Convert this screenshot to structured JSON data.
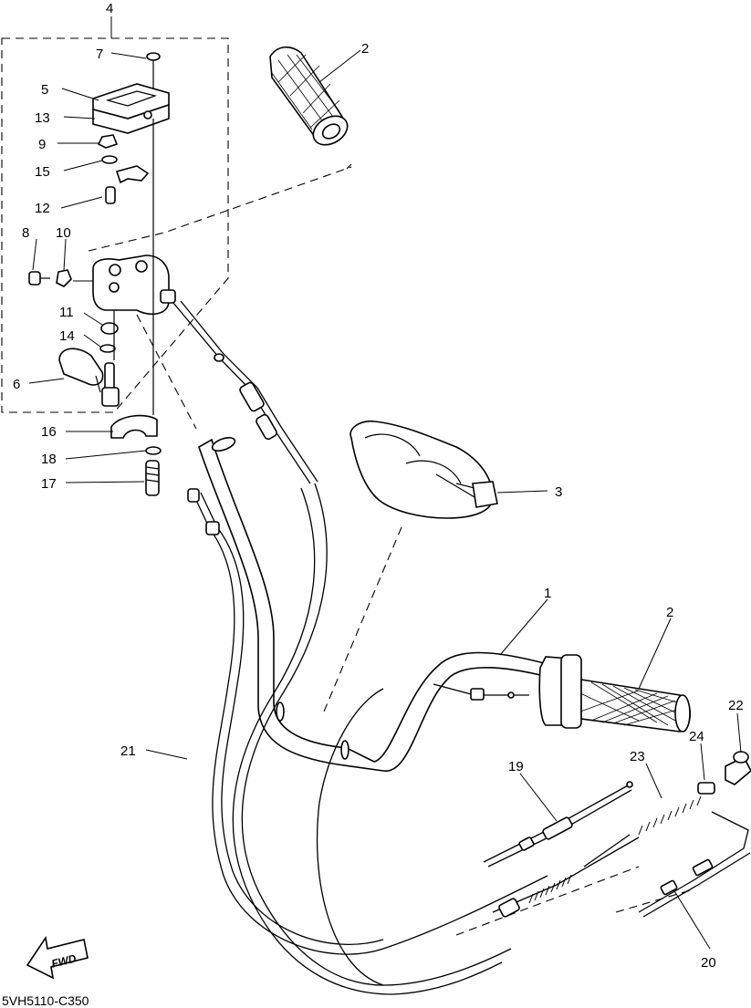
{
  "diagram": {
    "part_code": "5VH5110-C350",
    "fwd_label": "FWD",
    "callouts": [
      "1",
      "2",
      "2",
      "3",
      "4",
      "5",
      "6",
      "7",
      "8",
      "9",
      "10",
      "11",
      "12",
      "13",
      "14",
      "15",
      "16",
      "17",
      "18",
      "19",
      "20",
      "21",
      "22",
      "23",
      "24"
    ]
  }
}
